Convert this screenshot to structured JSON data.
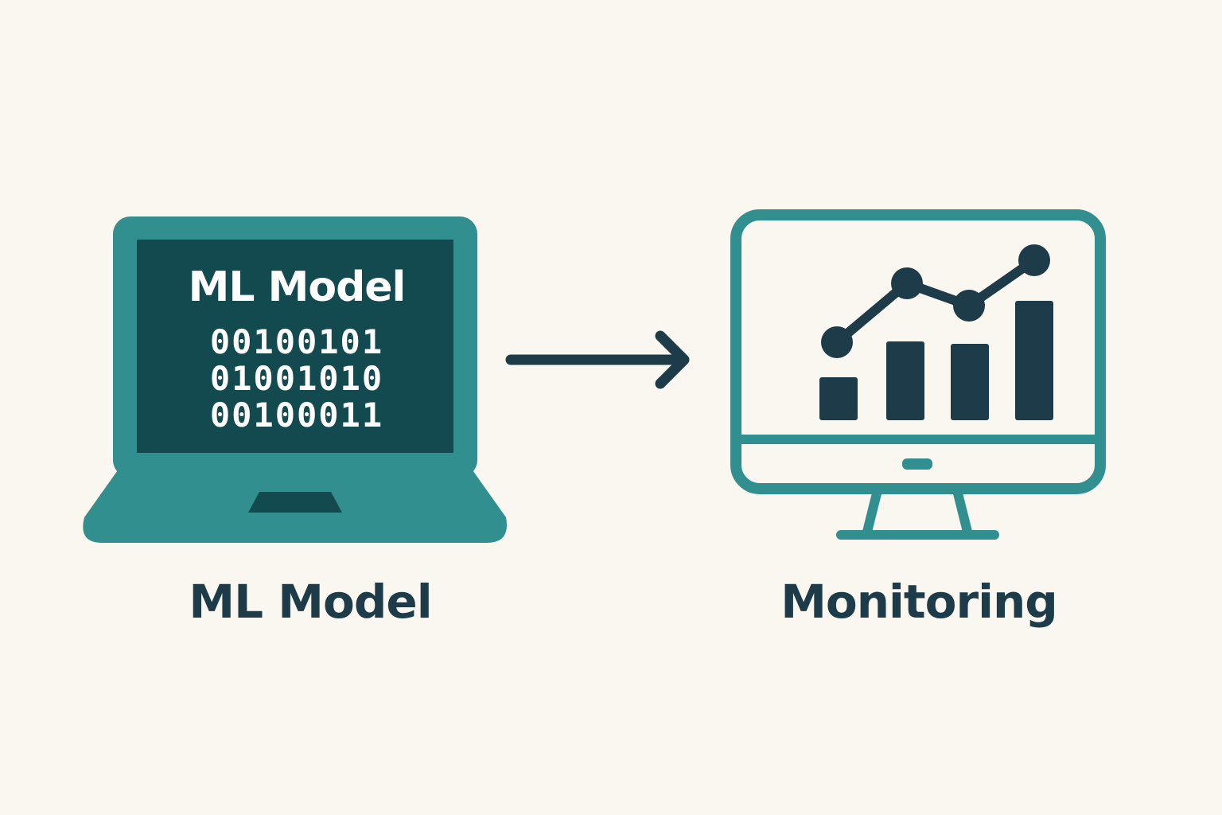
{
  "colors": {
    "background": "#faf7f0",
    "teal": "#328f8f",
    "dark_screen": "#134a50",
    "navy": "#1d3b49",
    "white": "#ffffff"
  },
  "laptop": {
    "icon": "laptop-icon",
    "screen_title": "ML Model",
    "binary_lines": [
      "00100101",
      "01001010",
      "00100011"
    ]
  },
  "arrow": {
    "icon": "arrow-right-icon"
  },
  "monitor": {
    "icon": "monitor-icon",
    "chart_icon": "bar-line-chart-icon"
  },
  "captions": {
    "left": "ML Model",
    "right": "Monitoring"
  }
}
